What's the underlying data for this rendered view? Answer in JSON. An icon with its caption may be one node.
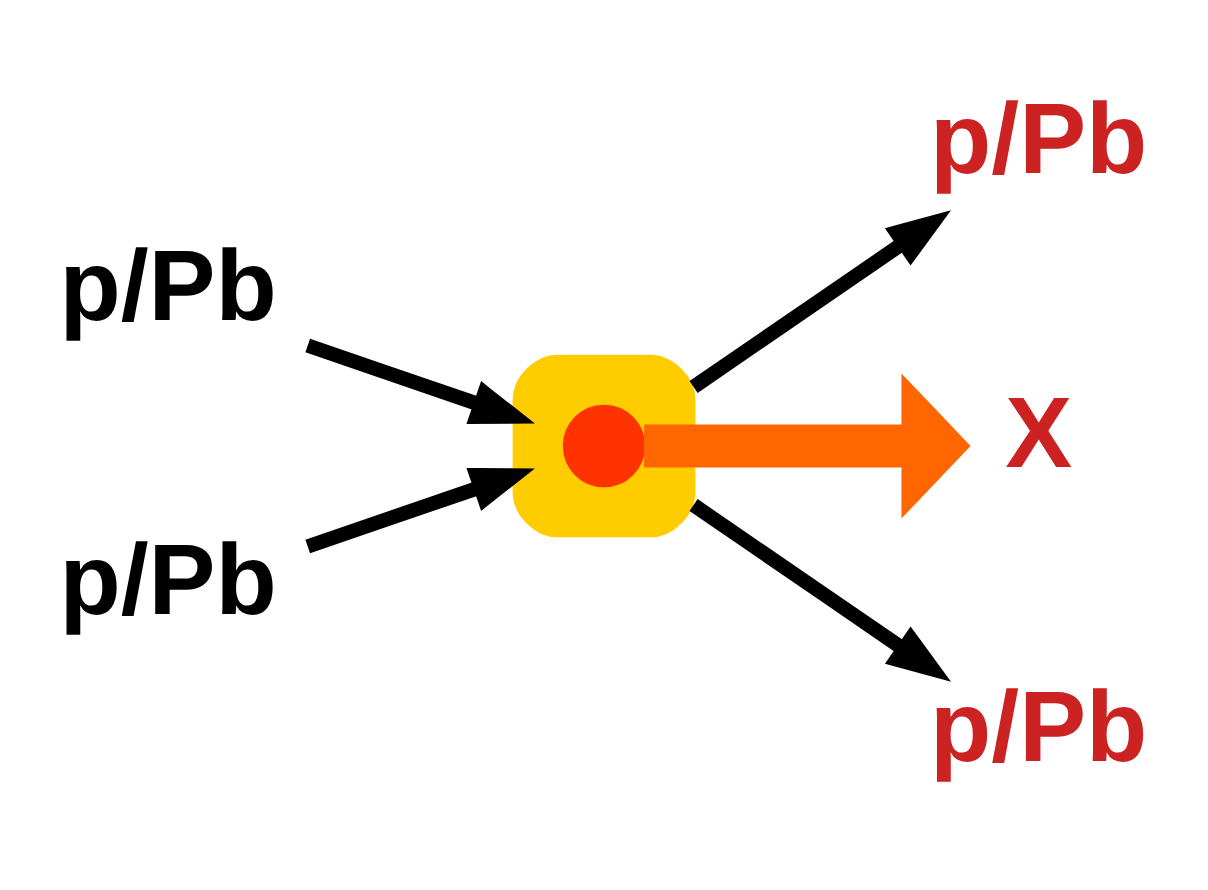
{
  "diagram": {
    "nodes": [
      {
        "text": [
          "p/Pb"
        ]
      },
      {
        "text": [
          "p/Pb"
        ]
      },
      {
        "text": [],
        "shape": "ellipse"
      },
      {
        "text": [],
        "shape": "circle",
        "in": 2
      },
      {
        "text": [
          "p/Pb"
        ]
      },
      {
        "text": [
          "X"
        ]
      },
      {
        "text": [
          "p/Pb"
        ]
      }
    ],
    "edges": [
      {
        "from": 0,
        "to": 2,
        "arrow": "to"
      },
      {
        "from": 1,
        "to": 2,
        "arrow": "to"
      },
      {
        "from": 2,
        "to": 4,
        "arrow": "to"
      },
      {
        "from": 2,
        "to": 6,
        "arrow": "to"
      },
      {
        "from": 3,
        "to": 5,
        "arrow": "to",
        "style": "thick",
        "color": "#ff6600"
      }
    ]
  }
}
